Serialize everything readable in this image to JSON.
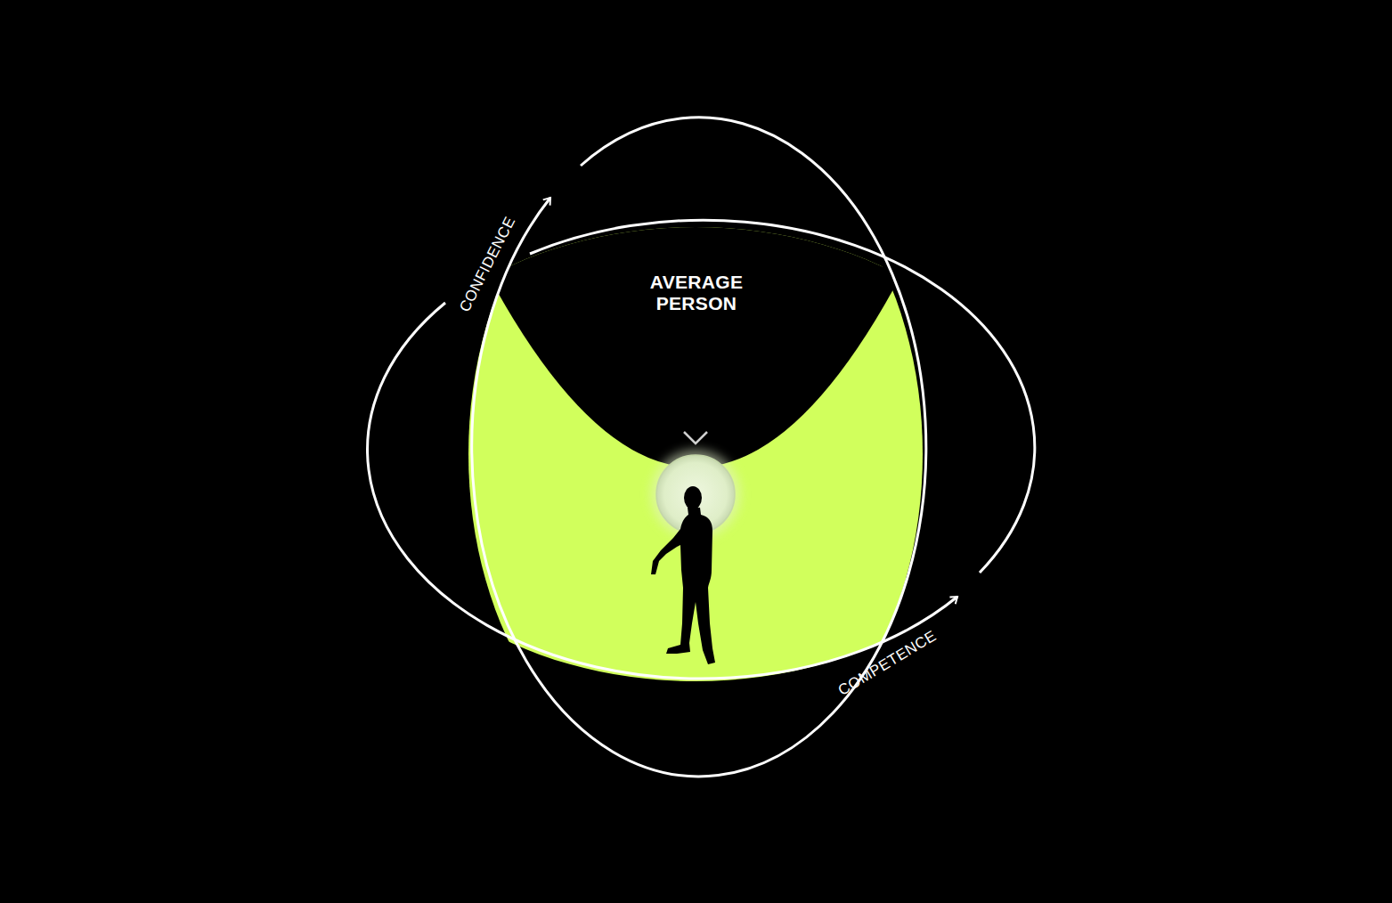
{
  "diagram": {
    "labels": [
      "CONFIDENCE",
      "AVERAGE PERSON",
      "COMPETENCE"
    ]
  }
}
